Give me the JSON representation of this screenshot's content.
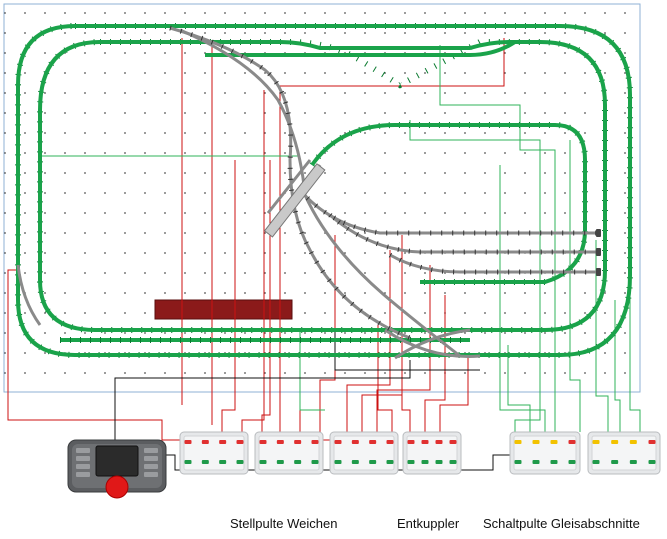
{
  "captions": {
    "weichen": "Stellpulte Weichen",
    "entkuppler": "Entkuppler",
    "gleisabschnitte": "Schaltpulte Gleisabschnitte"
  },
  "colors": {
    "track_green": "#1aa34a",
    "track_green_dark": "#0b7a30",
    "track_gray": "#8a8a8a",
    "rail_dark": "#333333",
    "wire_red": "#cc1111",
    "wire_green": "#2fb35a",
    "wire_black": "#111111",
    "board_border": "#8fb2d6",
    "grid_dot": "#555555",
    "platform": "#8b1a1a",
    "panel_body": "#e6e8ea",
    "lamp_red": "#e03030",
    "lamp_green": "#1f9a4a",
    "lamp_yellow": "#f2c200",
    "controller_body": "#5b5d60",
    "controller_screen": "#2b2b2b",
    "controller_knob": "#e01818"
  },
  "icons": {
    "controller": "central-station-controller-icon",
    "panel": "switch-panel-icon",
    "buffer": "buffer-stop-icon"
  }
}
